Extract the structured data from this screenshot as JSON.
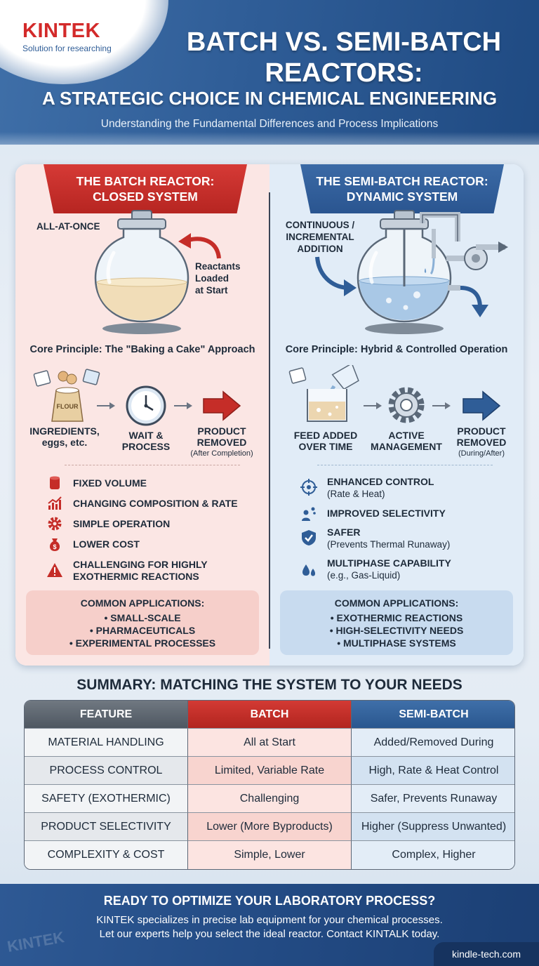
{
  "header": {
    "logo_name": "KINTEK",
    "logo_tagline": "Solution for researching",
    "title_line1": "BATCH VS. SEMI-BATCH REACTORS:",
    "title_line2": "A STRATEGIC CHOICE IN CHEMICAL ENGINEERING",
    "subtitle": "Understanding the Fundamental Differences and Process Implications"
  },
  "batch": {
    "ribbon_line1": "THE BATCH REACTOR:",
    "ribbon_line2": "CLOSED SYSTEM",
    "loading_label": "ALL-AT-ONCE",
    "reactants_line1": "Reactants",
    "reactants_line2": "Loaded",
    "reactants_line3": "at Start",
    "principle": "Core Principle: The \"Baking a Cake\" Approach",
    "flour_label": "FLOUR",
    "flow": [
      {
        "line1": "INGREDIENTS,",
        "line2": "eggs, etc.",
        "note": ""
      },
      {
        "line1": "WAIT &",
        "line2": "PROCESS",
        "note": ""
      },
      {
        "line1": "PRODUCT",
        "line2": "REMOVED",
        "note": "(After Completion)"
      }
    ],
    "features": [
      {
        "title": "FIXED VOLUME",
        "sub": ""
      },
      {
        "title": "CHANGING COMPOSITION & RATE",
        "sub": ""
      },
      {
        "title": "SIMPLE OPERATION",
        "sub": ""
      },
      {
        "title": "LOWER COST",
        "sub": ""
      },
      {
        "title": "CHALLENGING FOR HIGHLY",
        "sub": "EXOTHERMIC REACTIONS"
      }
    ],
    "apps_title": "COMMON APPLICATIONS:",
    "apps": [
      "• SMALL-SCALE",
      "• PHARMACEUTICALS",
      "• EXPERIMENTAL PROCESSES"
    ]
  },
  "semibatch": {
    "ribbon_line1": "THE SEMI-BATCH REACTOR:",
    "ribbon_line2": "DYNAMIC SYSTEM",
    "addition_line1": "CONTINUOUS /",
    "addition_line2": "INCREMENTAL",
    "addition_line3": "ADDITION",
    "principle": "Core Principle: Hybrid & Controlled Operation",
    "flow": [
      {
        "line1": "FEED ADDED",
        "line2": "OVER TIME",
        "note": ""
      },
      {
        "line1": "ACTIVE",
        "line2": "MANAGEMENT",
        "note": ""
      },
      {
        "line1": "PRODUCT",
        "line2": "REMOVED",
        "note": "(During/After)"
      }
    ],
    "features": [
      {
        "title": "ENHANCED CONTROL",
        "sub": "(Rate & Heat)"
      },
      {
        "title": "IMPROVED SELECTIVITY",
        "sub": ""
      },
      {
        "title": "SAFER",
        "sub": "(Prevents Thermal Runaway)"
      },
      {
        "title": "MULTIPHASE CAPABILITY",
        "sub": "(e.g., Gas-Liquid)"
      }
    ],
    "apps_title": "COMMON APPLICATIONS:",
    "apps": [
      "• EXOTHERMIC REACTIONS",
      "• HIGH-SELECTIVITY NEEDS",
      "• MULTIPHASE SYSTEMS"
    ]
  },
  "summary": {
    "title": "SUMMARY: MATCHING THE SYSTEM TO YOUR NEEDS",
    "headers": [
      "FEATURE",
      "BATCH",
      "SEMI-BATCH"
    ],
    "rows": [
      [
        "MATERIAL HANDLING",
        "All at Start",
        "Added/Removed During"
      ],
      [
        "PROCESS CONTROL",
        "Limited, Variable Rate",
        "High, Rate & Heat Control"
      ],
      [
        "SAFETY (EXOTHERMIC)",
        "Challenging",
        "Safer, Prevents Runaway"
      ],
      [
        "PRODUCT SELECTIVITY",
        "Lower (More Byproducts)",
        "Higher (Suppress Unwanted)"
      ],
      [
        "COMPLEXITY & COST",
        "Simple, Lower",
        "Complex, Higher"
      ]
    ]
  },
  "footer": {
    "title": "READY TO OPTIMIZE YOUR LABORATORY PROCESS?",
    "text_line1": "KINTEK specializes in precise lab equipment for your chemical processes.",
    "text_line2": "Let our experts help you select the ideal reactor. Contact KINTALK today.",
    "url": "kindle-tech.com",
    "watermark": "KINTEK"
  },
  "colors": {
    "batch_red": "#c52d28",
    "semi_blue": "#2f5d97",
    "batch_bg": "#fbe6e4",
    "semi_bg": "#e1ecf7"
  }
}
